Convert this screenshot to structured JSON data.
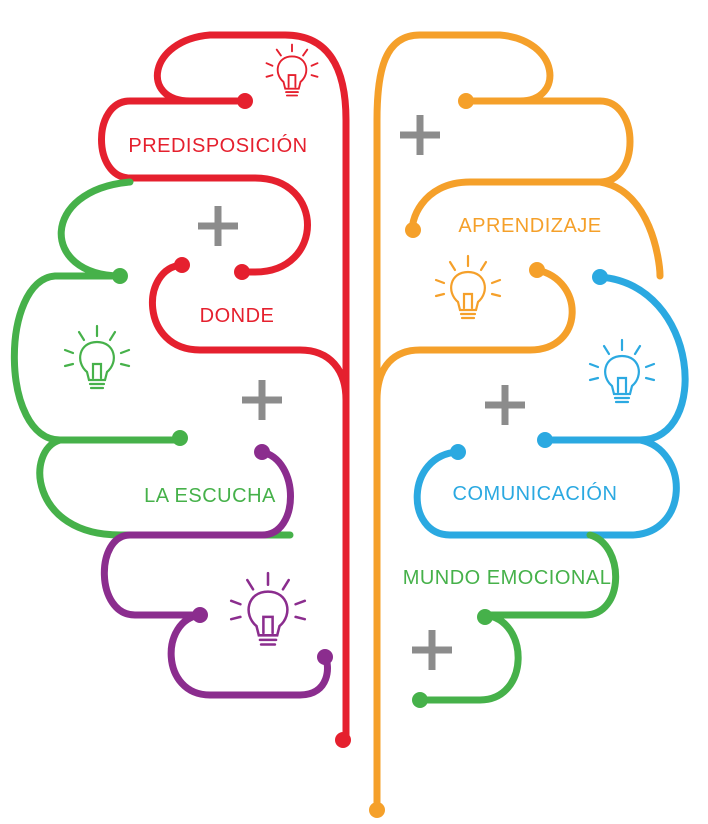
{
  "colors": {
    "red": "#e5202e",
    "orange": "#f5a02a",
    "green": "#46b14a",
    "purple": "#8b2d8e",
    "blue": "#2ba9e1",
    "plus": "#8c8c8c"
  },
  "labels": {
    "predisposicion": "PREDISPOSICIÓN",
    "donde": "DONDE",
    "escucha": "LA ESCUCHA",
    "aprendizaje": "APRENDIZAJE",
    "comunicacion": "COMUNICACIÓN",
    "emocional": "MUNDO EMOCIONAL"
  },
  "icons": [
    "lightbulb-icon",
    "plus-icon"
  ]
}
